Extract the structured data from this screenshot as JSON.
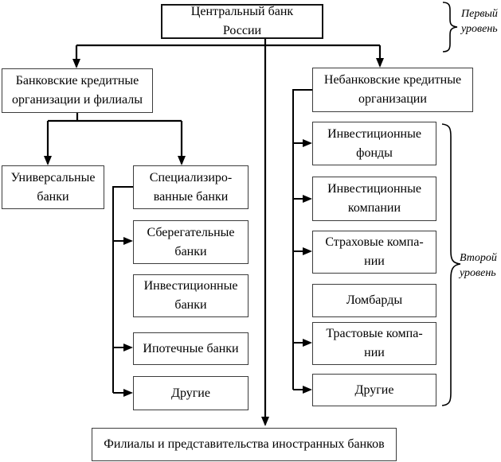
{
  "nodes": {
    "central_bank": {
      "label": "Центральный банк\nРоссии"
    },
    "banking_orgs": {
      "label": "Банковские кредитные\nорганизации и филиалы"
    },
    "nonbanking_orgs": {
      "label": "Небанковские кредитные\nорганизации"
    },
    "universal_banks": {
      "label": "Универсальные\nбанки"
    },
    "specialized_banks": {
      "label": "Специализиро-\nванные банки"
    },
    "savings_banks": {
      "label": "Сберегательные\nбанки"
    },
    "investment_banks": {
      "label": "Инвестиционные\nбанки"
    },
    "mortgage_banks": {
      "label": "Ипотечные банки"
    },
    "other_banks": {
      "label": "Другие"
    },
    "investment_funds": {
      "label": "Инвестиционные\nфонды"
    },
    "investment_companies": {
      "label": "Инвестиционные\nкомпании"
    },
    "insurance_companies": {
      "label": "Страховые компа-\nнии"
    },
    "pawnshops": {
      "label": "Ломбарды"
    },
    "trust_companies": {
      "label": "Трастовые компа-\nнии"
    },
    "other_nonbanking": {
      "label": "Другие"
    },
    "foreign_branches": {
      "label": "Филиалы и представительства иностранных банков"
    }
  },
  "annotations": {
    "level1": {
      "label": "Первый\nуровень"
    },
    "level2": {
      "label": "Второй\nуровень"
    }
  },
  "edges": [
    {
      "from": "central_bank",
      "to": "banking_orgs"
    },
    {
      "from": "central_bank",
      "to": "nonbanking_orgs"
    },
    {
      "from": "central_bank",
      "to": "foreign_branches"
    },
    {
      "from": "banking_orgs",
      "to": "universal_banks"
    },
    {
      "from": "banking_orgs",
      "to": "specialized_banks"
    },
    {
      "from": "specialized_banks",
      "to": "savings_banks"
    },
    {
      "from": "specialized_banks",
      "to": "mortgage_banks"
    },
    {
      "from": "specialized_banks",
      "to": "other_banks"
    },
    {
      "from": "nonbanking_orgs",
      "to": "investment_funds"
    },
    {
      "from": "nonbanking_orgs",
      "to": "investment_companies"
    },
    {
      "from": "nonbanking_orgs",
      "to": "insurance_companies"
    },
    {
      "from": "nonbanking_orgs",
      "to": "trust_companies"
    },
    {
      "from": "nonbanking_orgs",
      "to": "other_nonbanking"
    }
  ],
  "colors": {
    "line": "#000000",
    "box_border": "#3c3c3c",
    "background": "#ffffff",
    "text": "#000000"
  }
}
